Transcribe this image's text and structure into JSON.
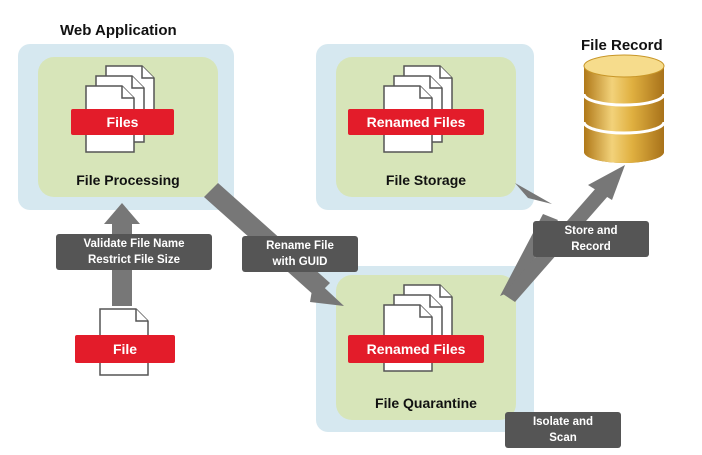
{
  "web_app": {
    "title": "Web Application",
    "caption": "File Processing",
    "label": "Files"
  },
  "storage": {
    "caption": "File Storage",
    "label": "Renamed Files"
  },
  "record": {
    "title": "File Record"
  },
  "quarantine": {
    "caption": "File Quarantine",
    "label": "Renamed Files"
  },
  "input_file": {
    "label": "File"
  },
  "steps": {
    "validate": [
      "Validate File Name",
      "Restrict File Size"
    ],
    "rename": [
      "Rename File",
      "with GUID"
    ],
    "store": [
      "Store and",
      "Record"
    ],
    "isolate": [
      "Isolate and",
      "Scan"
    ]
  },
  "colors": {
    "container": "#d6e8f0",
    "box": "#d7e5b9",
    "label_red": "#e31c2a",
    "label_dark": "#555555",
    "arrow": "#777777",
    "database": "#d9a93a"
  },
  "icons": [
    "document-stack-icon",
    "database-icon",
    "document-icon",
    "arrow-icon"
  ]
}
